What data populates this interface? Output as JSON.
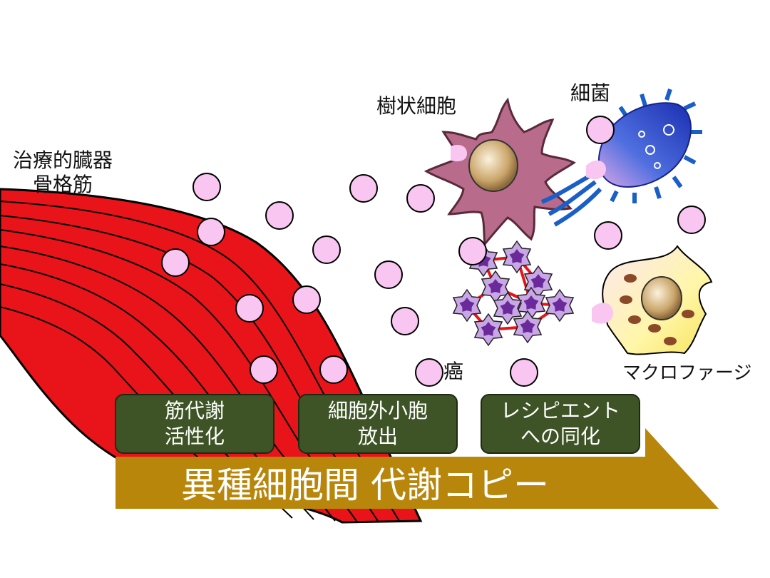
{
  "labels": {
    "organ_line1": "治療的臓器",
    "organ_line2": "骨格筋",
    "dendritic": "樹状細胞",
    "bacteria": "細菌",
    "cancer": "癌",
    "macrophage": "マクロファージ"
  },
  "steps": [
    {
      "line1": "筋代謝",
      "line2": "活性化"
    },
    {
      "line1": "細胞外小胞",
      "line2": "放出"
    },
    {
      "line1": "レシピエント",
      "line2": "への同化"
    }
  ],
  "title": "異種細胞間 代謝コピー",
  "colors": {
    "muscle": "#e8141a",
    "vesicle": "#f8c6f0",
    "step_box": "#3e5426",
    "arrow": "#b8860b"
  }
}
